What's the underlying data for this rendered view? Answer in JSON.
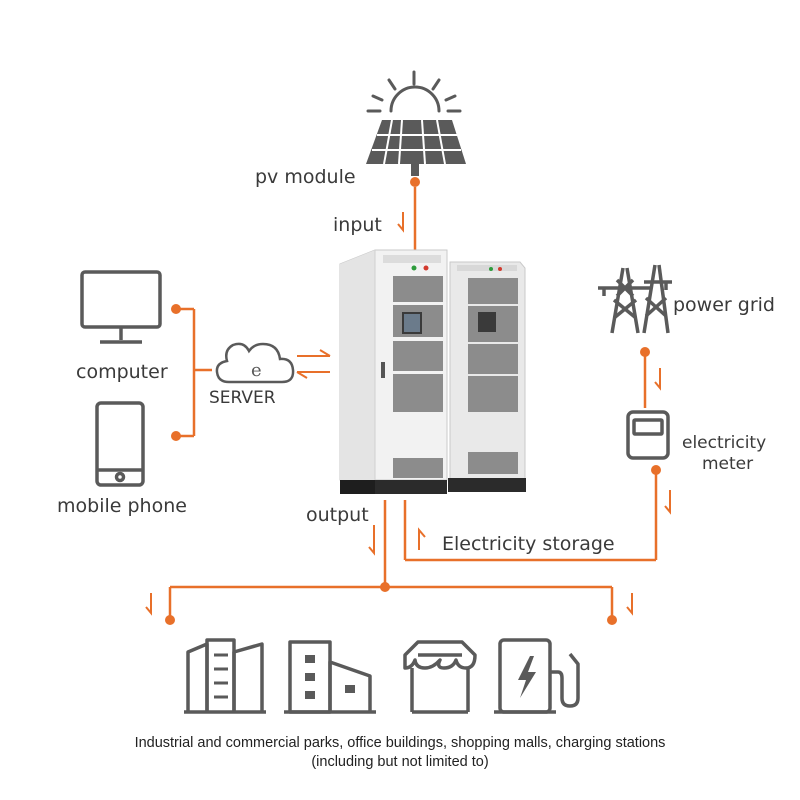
{
  "colors": {
    "accent": "#e8702a",
    "icon": "#5a5a5a",
    "cabinet": "#f2f2f2",
    "panel": "#8a8a8a",
    "base": "#2b2b2b"
  },
  "labels": {
    "pv_module": "pv module",
    "input": "input",
    "computer": "computer",
    "server": "SERVER",
    "mobile_phone": "mobile phone",
    "power_grid": "power grid",
    "electricity_meter_line1": "electricity",
    "electricity_meter_line2": "meter",
    "output": "output",
    "electricity_storage": "Electricity storage",
    "server_glyph": "e"
  },
  "caption": {
    "line1": "Industrial and commercial parks, office buildings, shopping malls, charging stations",
    "line2": "(including but not limited to)"
  },
  "icons": [
    "sun-icon",
    "solar-panel-icon",
    "computer-icon",
    "mobile-phone-icon",
    "cloud-server-icon",
    "transmission-tower-icon",
    "electricity-meter-icon",
    "energy-storage-cabinet",
    "industrial-park-icon",
    "office-building-icon",
    "shopping-mall-icon",
    "charging-station-icon"
  ]
}
